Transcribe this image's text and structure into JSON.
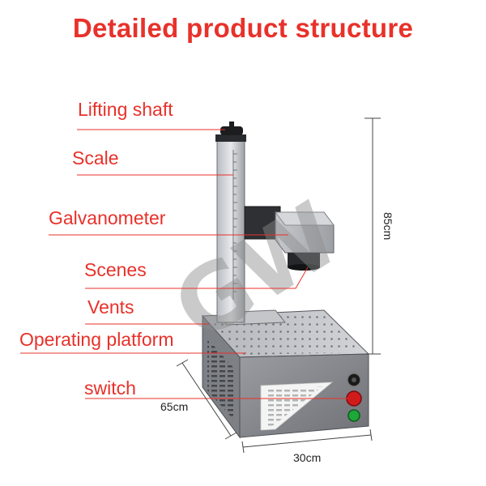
{
  "title": "Detailed product structure",
  "labels": {
    "lifting_shaft": "Lifting shaft",
    "scale": "Scale",
    "galvanometer": "Galvanometer",
    "scenes": "Scenes",
    "vents": "Vents",
    "operating_platform": "Operating platform",
    "switch": "switch"
  },
  "dimensions": {
    "height": "85cm",
    "depth": "65cm",
    "width": "30cm"
  },
  "colors": {
    "label": "#e8312a",
    "machine_body": "#8c8e93",
    "buttons": [
      "#1a1a1a",
      "#d11a1a",
      "#1fa83a"
    ]
  }
}
